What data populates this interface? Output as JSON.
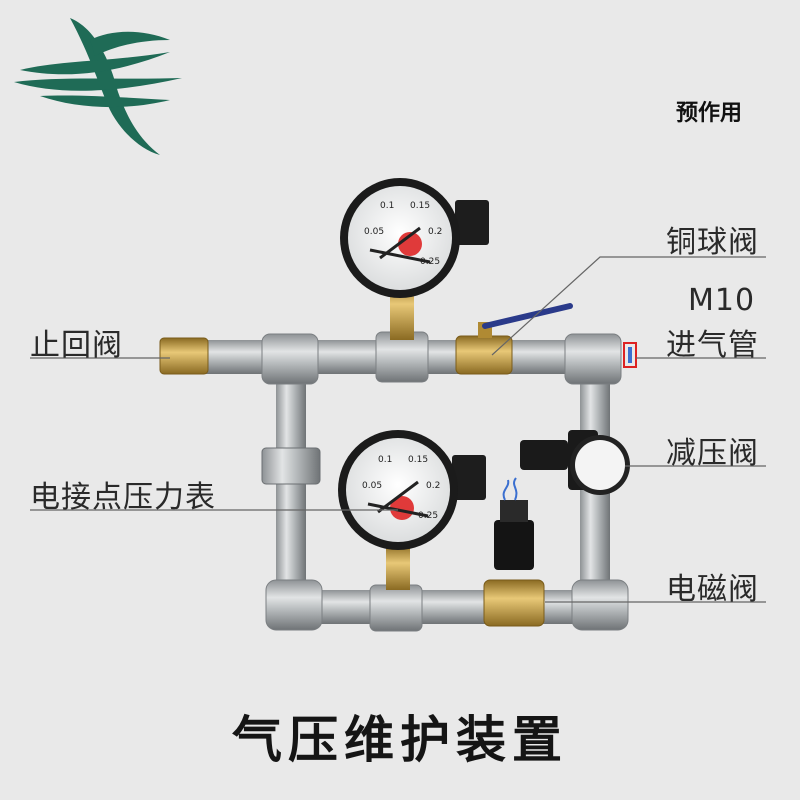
{
  "corner_tag": "预作用",
  "labels": {
    "check_valve": "止回阀",
    "ball_valve": "铜球阀",
    "inlet_line1": "M10",
    "inlet_line2": "进气管",
    "gauge": "电接点压力表",
    "reducer": "减压阀",
    "solenoid": "电磁阀"
  },
  "gauge_scale": [
    "0.05",
    "0.1",
    "0.15",
    "0.2",
    "0.25"
  ],
  "title": "气压维护装置",
  "colors": {
    "background": "#e9e9e9",
    "logo": "#1f6b56",
    "pipe": "#a9adb0",
    "brass": "#c9a24a",
    "gauge_knob": "#e03a3a",
    "text": "#2a2a2a"
  },
  "icons": [
    "swallow-logo"
  ]
}
